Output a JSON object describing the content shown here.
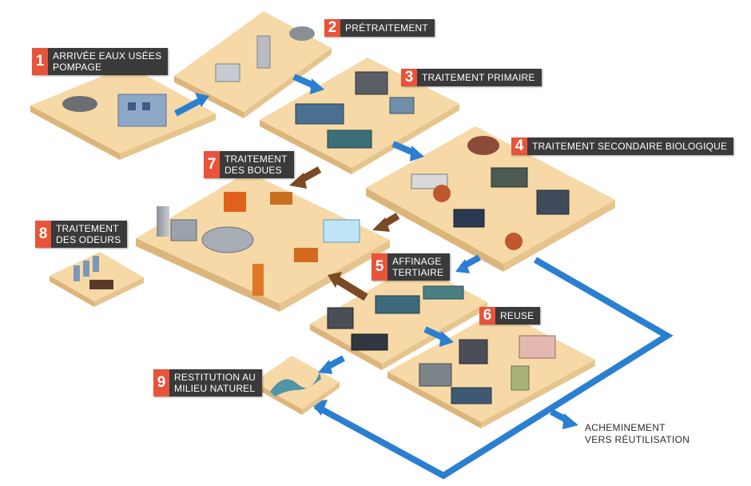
{
  "stages": [
    {
      "num": "1",
      "label": "ARRIVÉE EAUX USÉES\nPOMPAGE"
    },
    {
      "num": "2",
      "label": "PRÉTRAITEMENT"
    },
    {
      "num": "3",
      "label": "TRAITEMENT PRIMAIRE"
    },
    {
      "num": "4",
      "label": "TRAITEMENT SECONDAIRE BIOLOGIQUE"
    },
    {
      "num": "5",
      "label": "AFFINAGE\nTERTIAIRE"
    },
    {
      "num": "6",
      "label": "REUSE"
    },
    {
      "num": "7",
      "label": "TRAITEMENT\nDES BOUES"
    },
    {
      "num": "8",
      "label": "TRAITEMENT\nDES ODEURS"
    },
    {
      "num": "9",
      "label": "RESTITUTION AU\nMILIEU NATUREL"
    }
  ],
  "outlet_note": "ACHEMINEMENT\nVERS RÉUTILISATION",
  "colors": {
    "platform": "#f6d9a6",
    "platform_side": "#dcb57a",
    "water_arrow": "#2b7fd1",
    "sludge_arrow": "#7a4a24",
    "number_badge": "#e8543a",
    "label_bg": "#3a3a3a"
  }
}
